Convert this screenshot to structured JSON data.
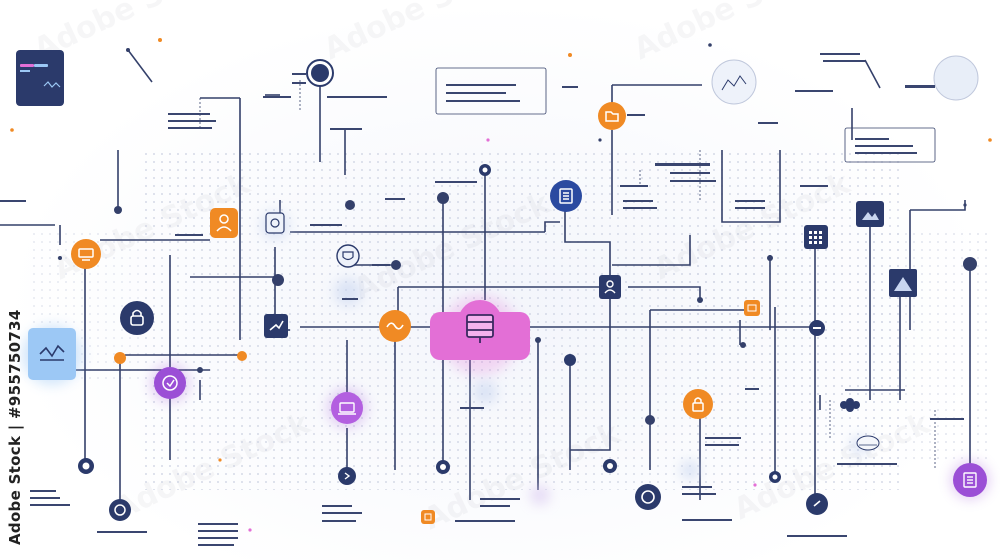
{
  "watermark": {
    "side_text": "Adobe Stock | #955750734",
    "tile_text": "Adobe Stock"
  },
  "colors": {
    "navy": "#2b3a6b",
    "orange": "#f08a24",
    "purple": "#9b4fd6",
    "pink": "#e36fd6",
    "light_blue": "#9cc8f5",
    "line": "#34406a",
    "dot": "#c9cfe0"
  },
  "hub": {
    "icon": "server-icon"
  },
  "nodes": [
    {
      "name": "navy-circle-node",
      "icon": "circle-icon"
    },
    {
      "name": "navy-document-node",
      "icon": "document-icon"
    },
    {
      "name": "orange-monitor-node",
      "icon": "monitor-icon"
    },
    {
      "name": "orange-user-node",
      "icon": "user-icon"
    },
    {
      "name": "orange-folder-node",
      "icon": "folder-icon"
    },
    {
      "name": "orange-pulse-node",
      "icon": "pulse-icon"
    },
    {
      "name": "orange-lock-node",
      "icon": "lock-icon"
    },
    {
      "name": "purple-check-node",
      "icon": "check-icon"
    },
    {
      "name": "purple-laptop-node",
      "icon": "laptop-icon"
    },
    {
      "name": "purple-list-node",
      "icon": "list-icon"
    },
    {
      "name": "navy-lock-node",
      "icon": "lock-icon"
    },
    {
      "name": "navy-grid-node",
      "icon": "grid-icon"
    },
    {
      "name": "navy-chart-node",
      "icon": "chart-icon"
    },
    {
      "name": "navy-image-node",
      "icon": "image-icon"
    },
    {
      "name": "navy-image-node-2",
      "icon": "image-icon"
    },
    {
      "name": "navy-tool-node",
      "icon": "tool-icon"
    },
    {
      "name": "light-blue-chart-node",
      "icon": "line-chart-icon"
    },
    {
      "name": "cluster-icon-node",
      "icon": "cluster-icon"
    },
    {
      "name": "mini-card-node",
      "icon": "card-icon"
    }
  ]
}
